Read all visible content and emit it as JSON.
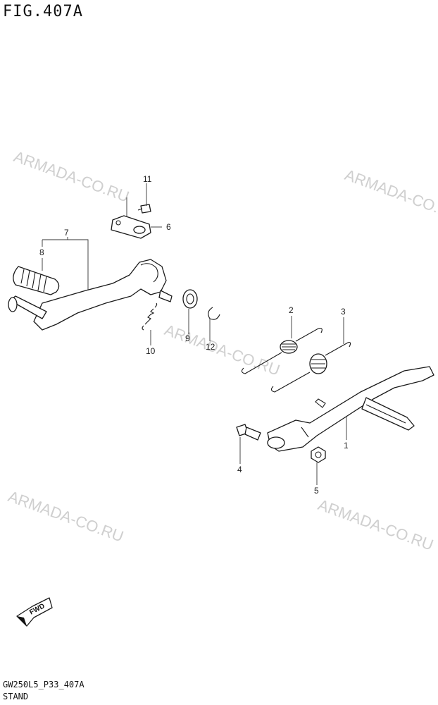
{
  "header": {
    "figure_title": "FIG.407A"
  },
  "footer": {
    "diagram_code": "GW250L5_P33_407A",
    "section_name": "STAND"
  },
  "watermarks": [
    "ARMADA-CO.RU",
    "ARMADA-CO.RU",
    "ARMADA-CO.RU",
    "ARMADA-CO.RU",
    "ARMADA-CO.RU"
  ],
  "callouts": {
    "c1": "1",
    "c2": "2",
    "c3": "3",
    "c4": "4",
    "c5": "5",
    "c6": "6",
    "c7": "7",
    "c8": "8",
    "c9": "9",
    "c10": "10",
    "c11": "11",
    "c12": "12"
  },
  "fwd_label": "FWD",
  "colors": {
    "line": "#1a1a1a",
    "watermark": "#cfcfcf",
    "background": "#ffffff"
  }
}
